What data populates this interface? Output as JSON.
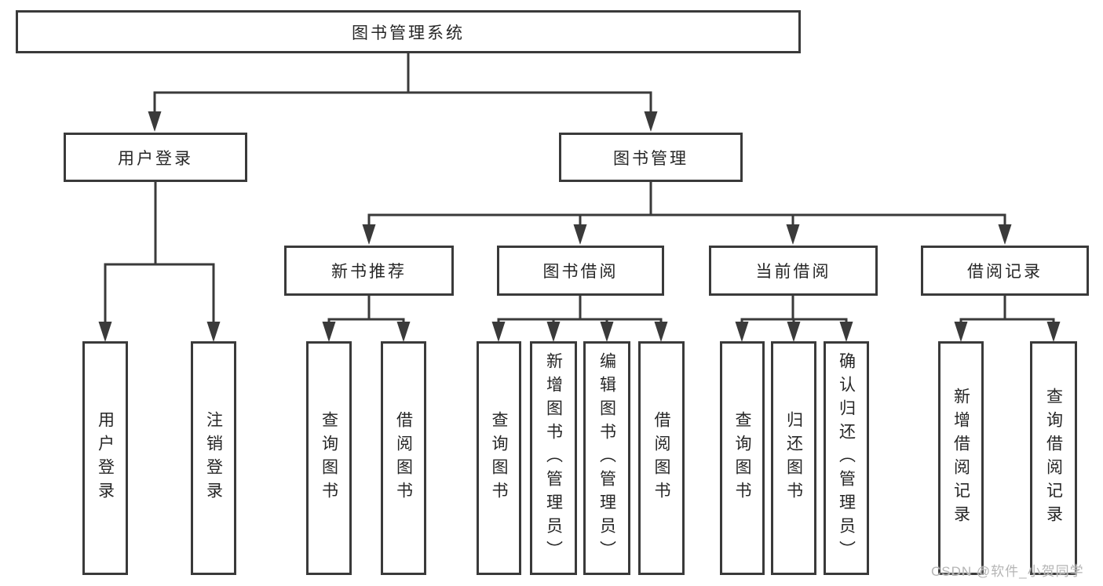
{
  "diagram_title": "图书管理系统",
  "tree": {
    "root": {
      "label": "图书管理系统"
    },
    "branches": [
      {
        "label": "用户登录",
        "children": [
          {
            "label": "用户登录"
          },
          {
            "label": "注销登录"
          }
        ]
      },
      {
        "label": "图书管理",
        "sections": [
          {
            "label": "新书推荐",
            "children": [
              {
                "label": "查询图书"
              },
              {
                "label": "借阅图书"
              }
            ]
          },
          {
            "label": "图书借阅",
            "children": [
              {
                "label": "查询图书"
              },
              {
                "label": "新增图书（管理员）"
              },
              {
                "label": "编辑图书（管理员）"
              },
              {
                "label": "借阅图书"
              }
            ]
          },
          {
            "label": "当前借阅",
            "children": [
              {
                "label": "查询图书"
              },
              {
                "label": "归还图书"
              },
              {
                "label": "确认归还（管理员）"
              }
            ]
          },
          {
            "label": "借阅记录",
            "children": [
              {
                "label": "新增借阅记录"
              },
              {
                "label": "查询借阅记录"
              }
            ]
          }
        ]
      }
    ]
  },
  "watermark": "CSDN @软件_小贺同学",
  "colors": {
    "line": "#3a3a3a",
    "text": "#262626",
    "background": "#ffffff",
    "watermark": "#b5b5b5"
  }
}
